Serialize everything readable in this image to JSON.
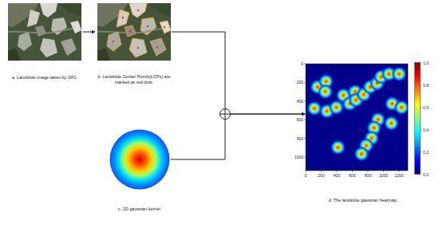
{
  "diagram": {
    "nodes": [
      {
        "text": [
          "a. Landslide image taken by GF1."
        ]
      },
      {
        "text": [
          "b. Landslide Center Points(LCPs) are marked as red dots."
        ]
      },
      {
        "text": [
          "c. 2D gaussian kernel."
        ]
      },
      {
        "text": [
          "d. The landslide gaussian heatmap."
        ]
      }
    ],
    "edges": [
      {
        "from": 0,
        "to": 1,
        "arrow": "to"
      },
      {
        "from": 1,
        "to": 3,
        "arrow": "to"
      },
      {
        "from": 2,
        "to": 3,
        "arrow": "to"
      }
    ],
    "labels": [
      "0",
      "200",
      "400",
      "600",
      "800",
      "1000",
      "0",
      "200",
      "400",
      "600",
      "800",
      "1000",
      "1200",
      "1.0",
      "0.8",
      "0.6",
      "0.4",
      "0.2",
      "0.0"
    ]
  }
}
